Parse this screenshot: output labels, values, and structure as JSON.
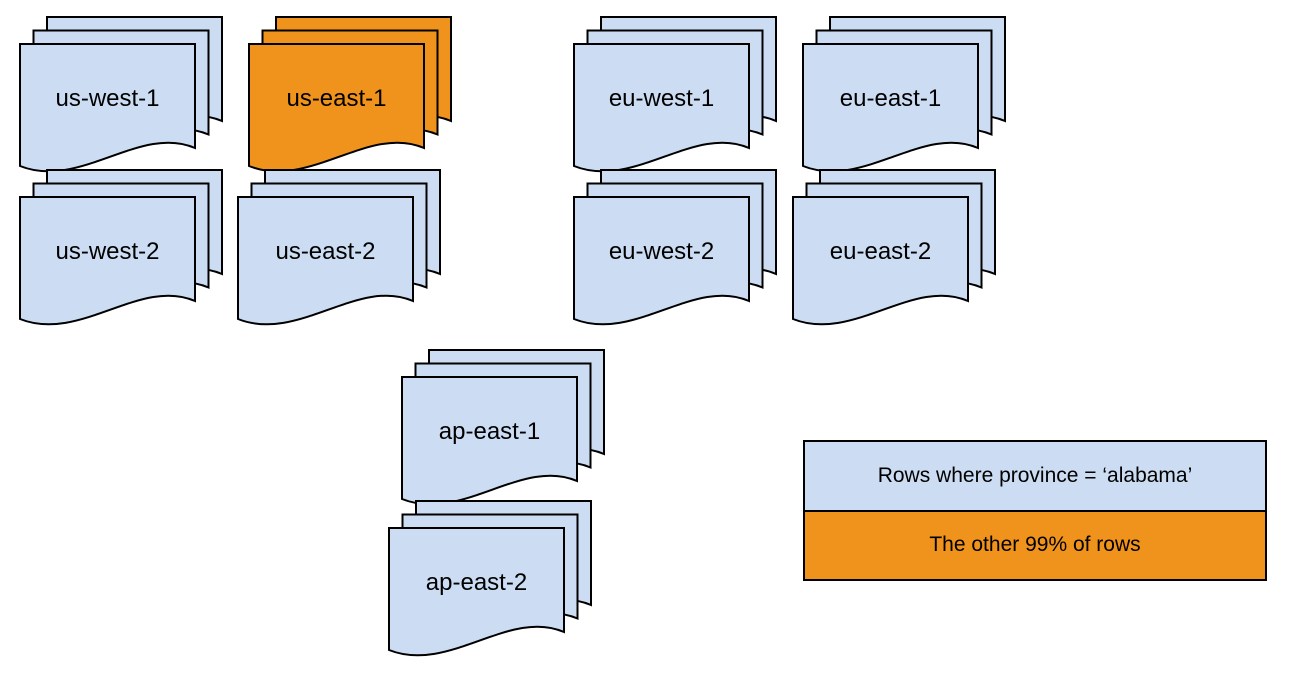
{
  "colors": {
    "partition_blue": "#CCDDF3",
    "partition_orange": "#F0931D",
    "stroke": "#000000",
    "background": "#FFFFFF"
  },
  "regions": [
    {
      "label": "us-west-1",
      "highlight": false
    },
    {
      "label": "us-east-1",
      "highlight": true
    },
    {
      "label": "eu-west-1",
      "highlight": false
    },
    {
      "label": "eu-east-1",
      "highlight": false
    },
    {
      "label": "us-west-2",
      "highlight": false
    },
    {
      "label": "us-east-2",
      "highlight": false
    },
    {
      "label": "eu-west-2",
      "highlight": false
    },
    {
      "label": "eu-east-2",
      "highlight": false
    },
    {
      "label": "ap-east-1",
      "highlight": false
    },
    {
      "label": "ap-east-2",
      "highlight": false
    }
  ],
  "legend": {
    "blue_label": "Rows where province = ‘alabama’",
    "orange_label": "The other 99% of rows"
  }
}
